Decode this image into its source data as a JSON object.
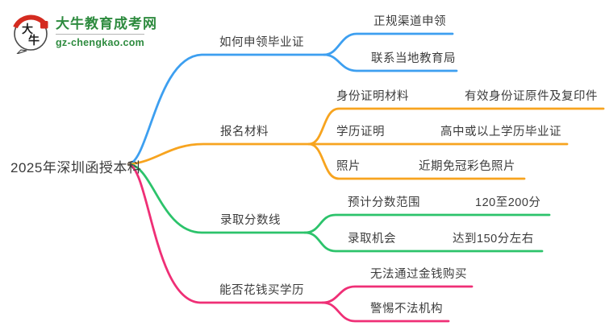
{
  "logo": {
    "mark_char_top": "大",
    "mark_char_bottom": "牛",
    "title": "大牛教育成考网",
    "subtitle": "gz-chengkao.com"
  },
  "root": {
    "label": "2025年深圳函授本科"
  },
  "colors": {
    "branch_blue": "#3d9ff0",
    "branch_orange": "#f7a41f",
    "branch_green": "#2cc36b",
    "branch_pink": "#ef2f76",
    "text": "#3c3c3c",
    "logo_green": "#2e8b3f",
    "logo_red": "#d42b20"
  },
  "branches": [
    {
      "label": "如何申领毕业证",
      "color": "#3d9ff0",
      "children": [
        {
          "label": "正规渠道申领"
        },
        {
          "label": "联系当地教育局"
        }
      ]
    },
    {
      "label": "报名材料",
      "color": "#f7a41f",
      "children": [
        {
          "label": "身份证明材料",
          "value": "有效身份证原件及复印件"
        },
        {
          "label": "学历证明",
          "value": "高中或以上学历毕业证"
        },
        {
          "label": "照片",
          "value": "近期免冠彩色照片"
        }
      ]
    },
    {
      "label": "录取分数线",
      "color": "#2cc36b",
      "children": [
        {
          "label": "预计分数范围",
          "value": "120至200分"
        },
        {
          "label": "录取机会",
          "value": "达到150分左右"
        }
      ]
    },
    {
      "label": "能否花钱买学历",
      "color": "#ef2f76",
      "children": [
        {
          "label": "无法通过金钱购买"
        },
        {
          "label": "警惕不法机构"
        }
      ]
    }
  ]
}
